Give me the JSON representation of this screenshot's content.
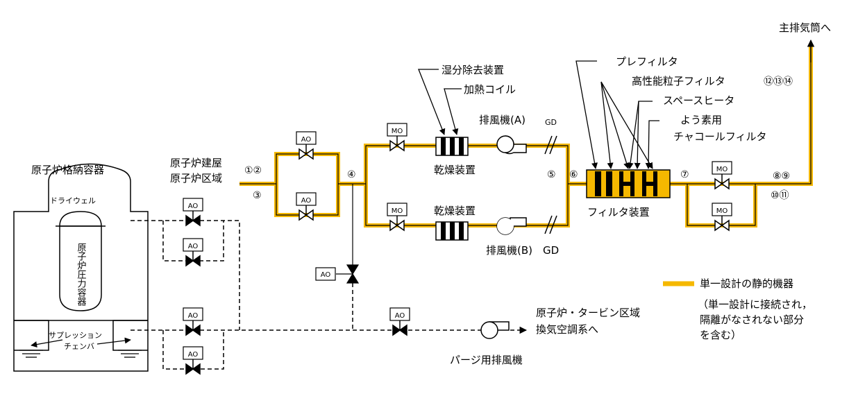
{
  "colors": {
    "single_design": "#f5b800",
    "line": "#000000"
  },
  "labels": {
    "containment_vessel": "原子炉格納容器",
    "drywell": "ドライウェル",
    "rpv": "原子炉圧力容器",
    "suppression_chamber_1": "サプレッション",
    "suppression_chamber_2": "チェンバ",
    "reactor_building_1": "原子炉建屋",
    "reactor_building_2": "原子炉区域",
    "moisture_separator": "湿分除去装置",
    "heating_coil": "加熱コイル",
    "dryer_a": "乾燥装置",
    "dryer_b": "乾燥装置",
    "fan_a": "排風機(A)",
    "fan_b": "排風機(B)",
    "gd_a": "GD",
    "gd_b": "GD",
    "prefilter": "プレフィルタ",
    "hepa": "高性能粒子フィルタ",
    "space_heater": "スペースヒータ",
    "iodine_1": "よう素用",
    "iodine_2": "チャコールフィルタ",
    "filter_unit": "フィルタ装置",
    "main_stack": "主排気筒へ",
    "purge_fan": "パージ用排風機",
    "hvac_1": "原子炉・タービン区域",
    "hvac_2": "換気空調系へ"
  },
  "valve_tags": {
    "ao": "AO",
    "mo": "MO"
  },
  "points": {
    "p12": "①②",
    "p3": "③",
    "p4": "④",
    "p5": "⑤",
    "p6": "⑥",
    "p7": "⑦",
    "p89": "⑧⑨",
    "p1011": "⑩⑪",
    "p121314": "⑫⑬⑭"
  },
  "legend": {
    "title": "単一設計の静的機器",
    "note_1": "（単一設計に接続され，",
    "note_2": "隔離がなされない部分",
    "note_3": "を含む）"
  }
}
